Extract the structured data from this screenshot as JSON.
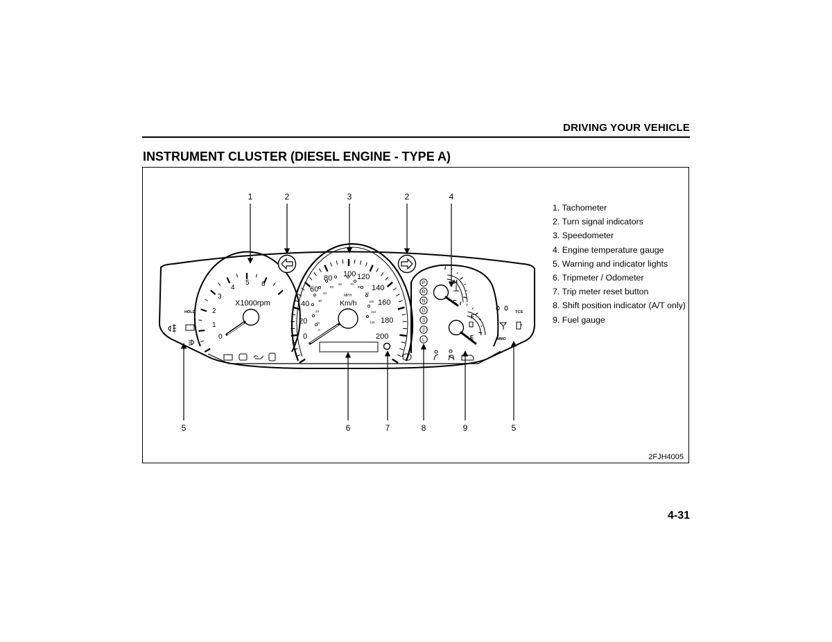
{
  "header": {
    "section_title": "DRIVING YOUR VEHICLE"
  },
  "page_title": "INSTRUMENT CLUSTER (DIESEL ENGINE - TYPE A)",
  "callouts": {
    "c1": "1",
    "c2a": "2",
    "c3": "3",
    "c2b": "2",
    "c4": "4",
    "b5a": "5",
    "b6": "6",
    "b7": "7",
    "b8": "8",
    "b9": "9",
    "b5b": "5"
  },
  "tachometer": {
    "ticks": [
      "0",
      "1",
      "2",
      "3",
      "4",
      "5",
      "6"
    ],
    "unit": "X1000rpm",
    "hold": "HOLD"
  },
  "speedometer": {
    "kmh_ticks": [
      "0",
      "20",
      "40",
      "60",
      "80",
      "100",
      "120",
      "140",
      "160",
      "180",
      "200"
    ],
    "mph_ticks": [
      "0",
      "10",
      "20",
      "30",
      "40",
      "50",
      "60",
      "70",
      "80",
      "90",
      "100",
      "110",
      "120"
    ],
    "mph_label": "MPH",
    "kmh_label": "Km/h"
  },
  "shift_positions": [
    "P",
    "R",
    "N",
    "D",
    "3",
    "2",
    "L"
  ],
  "temp_gauge": {
    "hot": "H",
    "cold": "C"
  },
  "fuel_gauge": {
    "full": "F",
    "empty": "E"
  },
  "right_labels": {
    "tcs": "TCS",
    "immo": "IMMO"
  },
  "legend": [
    "1. Tachometer",
    "2. Turn signal indicators",
    "3. Speedometer",
    "4. Engine temperature gauge",
    "5. Warning and indicator lights",
    "6. Tripmeter / Odometer",
    "7. Trip meter reset button",
    "8. Shift position indicator (A/T only)",
    "9. Fuel gauge"
  ],
  "figure_code": "2FJH4005",
  "page_number": "4-31"
}
